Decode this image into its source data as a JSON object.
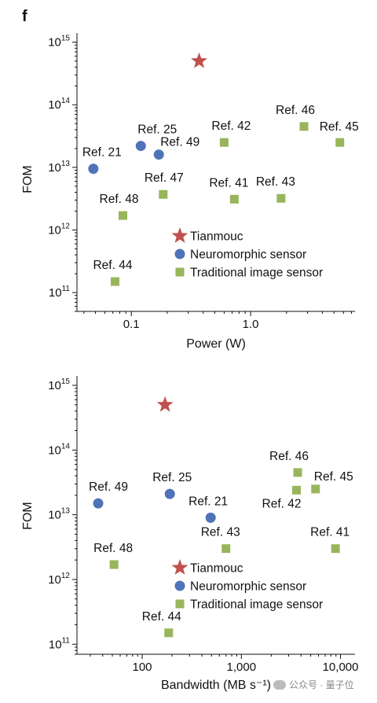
{
  "panel_label": "f",
  "watermark": "公众号 · 量子位",
  "colors": {
    "star": "#c0504d",
    "circle": "#4f73b8",
    "square": "#98b55b",
    "axis": "#111111"
  },
  "chart_data": [
    {
      "type": "scatter",
      "xlabel": "Power (W)",
      "ylabel": "FOM",
      "xscale": "log",
      "yscale": "log",
      "xlim": [
        0.035,
        7.5
      ],
      "ylim": [
        50000000000,
        1400000000000000
      ],
      "xticks": [
        {
          "v": 0.1,
          "label": "0.1"
        },
        {
          "v": 1.0,
          "label": "1.0"
        }
      ],
      "yticks": [
        {
          "v": 100000000000,
          "exp": "11"
        },
        {
          "v": 1000000000000,
          "exp": "12"
        },
        {
          "v": 10000000000000,
          "exp": "13"
        },
        {
          "v": 100000000000000,
          "exp": "14"
        },
        {
          "v": 1000000000000000,
          "exp": "15"
        }
      ],
      "legend": {
        "position": "center-right",
        "entries": [
          {
            "marker": "star",
            "label": "Tianmouc"
          },
          {
            "marker": "circle",
            "label": "Neuromorphic sensor"
          },
          {
            "marker": "square",
            "label": "Traditional image sensor"
          }
        ]
      },
      "points": [
        {
          "marker": "star",
          "x": 0.37,
          "y": 500000000000000,
          "label": ""
        },
        {
          "marker": "circle",
          "x": 0.048,
          "y": 9500000000000,
          "label": "Ref. 21"
        },
        {
          "marker": "circle",
          "x": 0.12,
          "y": 22000000000000,
          "label": "Ref. 25"
        },
        {
          "marker": "circle",
          "x": 0.17,
          "y": 16000000000000,
          "label": "Ref. 49"
        },
        {
          "marker": "square",
          "x": 0.6,
          "y": 25000000000000,
          "label": "Ref. 42"
        },
        {
          "marker": "square",
          "x": 2.8,
          "y": 45000000000000,
          "label": "Ref. 46"
        },
        {
          "marker": "square",
          "x": 5.6,
          "y": 25000000000000,
          "label": "Ref. 45"
        },
        {
          "marker": "square",
          "x": 0.185,
          "y": 3700000000000,
          "label": "Ref. 47"
        },
        {
          "marker": "square",
          "x": 0.73,
          "y": 3100000000000,
          "label": "Ref. 41"
        },
        {
          "marker": "square",
          "x": 1.8,
          "y": 3200000000000,
          "label": "Ref. 43"
        },
        {
          "marker": "square",
          "x": 0.085,
          "y": 1700000000000,
          "label": "Ref. 48"
        },
        {
          "marker": "square",
          "x": 0.073,
          "y": 150000000000,
          "label": "Ref. 44"
        }
      ]
    },
    {
      "type": "scatter",
      "xlabel": "Bandwidth (MB s⁻¹)",
      "ylabel": "FOM",
      "xscale": "log",
      "yscale": "log",
      "xlim": [
        22,
        14000
      ],
      "ylim": [
        70000000000,
        1400000000000000
      ],
      "xticks": [
        {
          "v": 100,
          "label": "100"
        },
        {
          "v": 1000,
          "label": "1,000"
        },
        {
          "v": 10000,
          "label": "10,000"
        }
      ],
      "yticks": [
        {
          "v": 100000000000,
          "exp": "11"
        },
        {
          "v": 1000000000000,
          "exp": "12"
        },
        {
          "v": 10000000000000,
          "exp": "13"
        },
        {
          "v": 100000000000000,
          "exp": "14"
        },
        {
          "v": 1000000000000000,
          "exp": "15"
        }
      ],
      "legend": {
        "position": "bottom-right",
        "entries": [
          {
            "marker": "star",
            "label": "Tianmouc"
          },
          {
            "marker": "circle",
            "label": "Neuromorphic sensor"
          },
          {
            "marker": "square",
            "label": "Traditional image sensor"
          }
        ]
      },
      "points": [
        {
          "marker": "star",
          "x": 170,
          "y": 500000000000000,
          "label": ""
        },
        {
          "marker": "circle",
          "x": 36,
          "y": 15000000000000,
          "label": "Ref. 49"
        },
        {
          "marker": "circle",
          "x": 190,
          "y": 21000000000000,
          "label": "Ref. 25"
        },
        {
          "marker": "circle",
          "x": 490,
          "y": 9000000000000,
          "label": "Ref. 21"
        },
        {
          "marker": "square",
          "x": 3700,
          "y": 45000000000000,
          "label": "Ref. 46"
        },
        {
          "marker": "square",
          "x": 3600,
          "y": 24000000000000,
          "label": "Ref. 42"
        },
        {
          "marker": "square",
          "x": 5600,
          "y": 25000000000000,
          "label": "Ref. 45"
        },
        {
          "marker": "square",
          "x": 700,
          "y": 3000000000000,
          "label": "Ref. 43"
        },
        {
          "marker": "square",
          "x": 8900,
          "y": 3000000000000,
          "label": "Ref. 41"
        },
        {
          "marker": "square",
          "x": 52,
          "y": 1700000000000,
          "label": "Ref. 48"
        },
        {
          "marker": "square",
          "x": 185,
          "y": 150000000000,
          "label": "Ref. 44"
        }
      ]
    }
  ]
}
